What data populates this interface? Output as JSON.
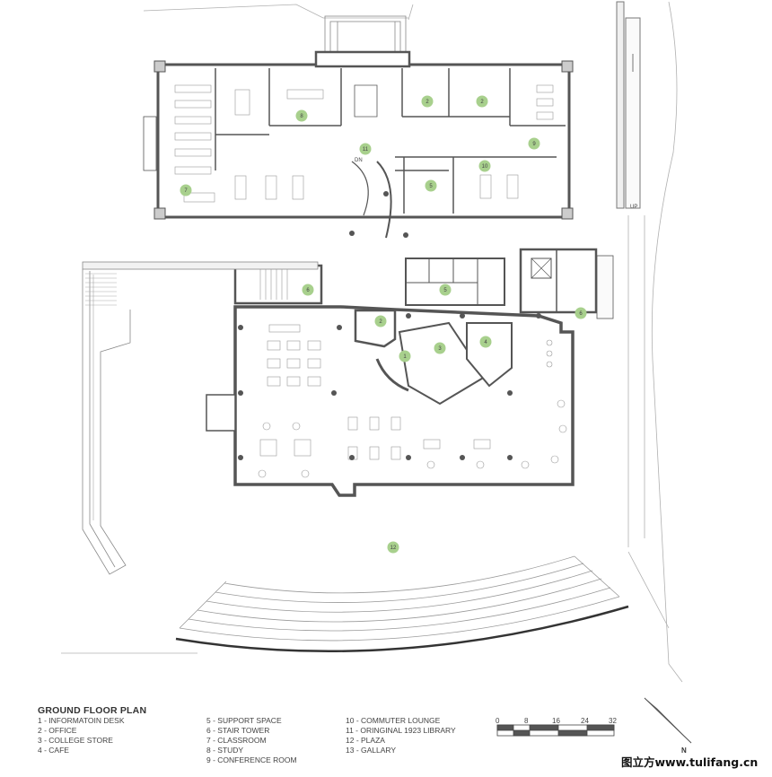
{
  "title": "GROUND FLOOR PLAN",
  "legend": {
    "col1": [
      "1 -  INFORMATOIN DESK",
      "2 - OFFICE",
      "3 - COLLEGE STORE",
      "4 - CAFE"
    ],
    "col2": [
      "5 - SUPPORT SPACE",
      "6 - STAIR TOWER",
      "7 - CLASSROOM",
      "8 - STUDY",
      "9 -  CONFERENCE ROOM"
    ],
    "col3": [
      "10 - COMMUTER LOUNGE",
      "11 - ORINGINAL 1923 LIBRARY",
      "12 - PLAZA",
      "13 - GALLARY"
    ]
  },
  "scale": {
    "ticks": [
      "0",
      "8",
      "16",
      "24",
      "32"
    ]
  },
  "north": "N",
  "tags": {
    "dn": "DN",
    "up": "UP"
  },
  "room_markers": [
    {
      "n": "1"
    },
    {
      "n": "2"
    },
    {
      "n": "2"
    },
    {
      "n": "2"
    },
    {
      "n": "3"
    },
    {
      "n": "4"
    },
    {
      "n": "5"
    },
    {
      "n": "5"
    },
    {
      "n": "6"
    },
    {
      "n": "6"
    },
    {
      "n": "7"
    },
    {
      "n": "8"
    },
    {
      "n": "9"
    },
    {
      "n": "10"
    },
    {
      "n": "11"
    },
    {
      "n": "12"
    }
  ],
  "colors": {
    "marker": "#a8d08d",
    "wall": "#555555",
    "line": "#9a9a9a"
  },
  "watermark": "图立方www.tulifang.cn"
}
